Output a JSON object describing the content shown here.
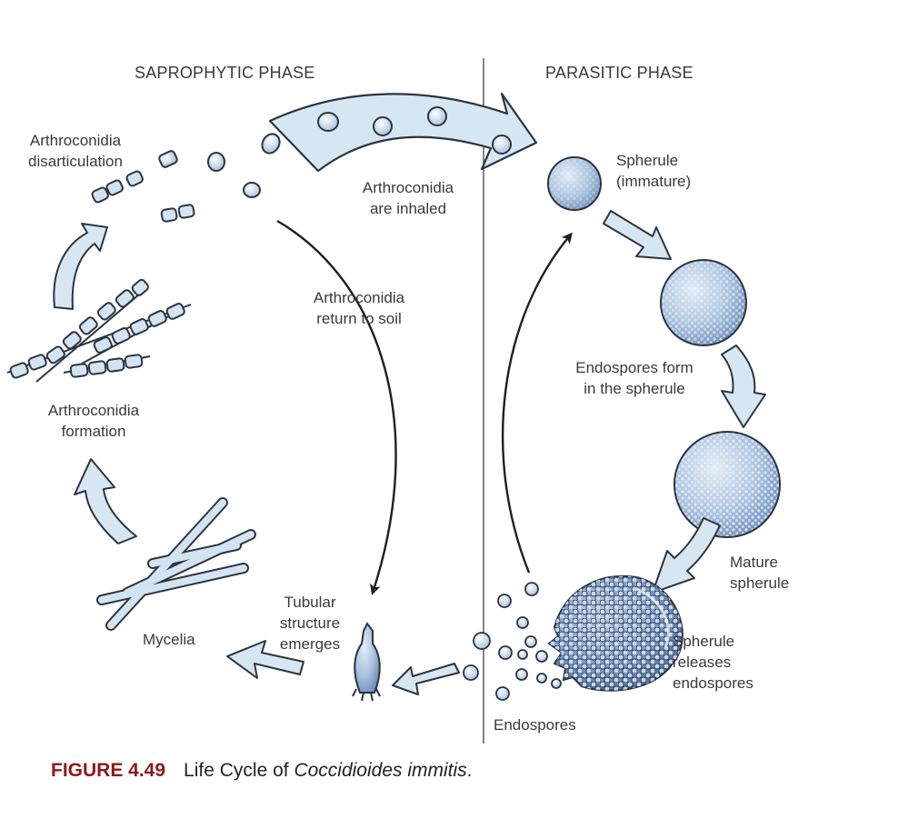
{
  "phases": {
    "saprophytic": "SAPROPHYTIC PHASE",
    "parasitic": "PARASITIC PHASE"
  },
  "labels": {
    "arthroconidia_disarticulation": [
      "Arthroconidia",
      "disarticulation"
    ],
    "arthroconidia_inhaled": [
      "Arthroconidia",
      "are inhaled"
    ],
    "spherule_immature": [
      "Spherule",
      "(immature)"
    ],
    "arthroconidia_return": [
      "Arthroconidia",
      "return to soil"
    ],
    "endospores_form": [
      "Endospores form",
      "in the spherule"
    ],
    "arthroconidia_formation": [
      "Arthroconidia",
      "formation"
    ],
    "mature_spherule": [
      "Mature",
      "spherule"
    ],
    "tubular_structure": [
      "Tubular",
      "structure",
      "emerges"
    ],
    "mycelia": "Mycelia",
    "spherule_releases": [
      "Spherule",
      "releases",
      "endospores"
    ],
    "endospores": "Endospores"
  },
  "caption": {
    "figure_number": "FIGURE 4.49",
    "text_before": "Life Cycle of ",
    "species": "Coccidioides immitis",
    "text_after": "."
  },
  "colors": {
    "arrow_fill": "#d6e6f2",
    "arrow_stroke": "#2b3540",
    "sphere_light": "#dbe8f5",
    "sphere_dark": "#7596c0",
    "caption_number": "#8b1a1a",
    "line": "#1f1f1f"
  }
}
